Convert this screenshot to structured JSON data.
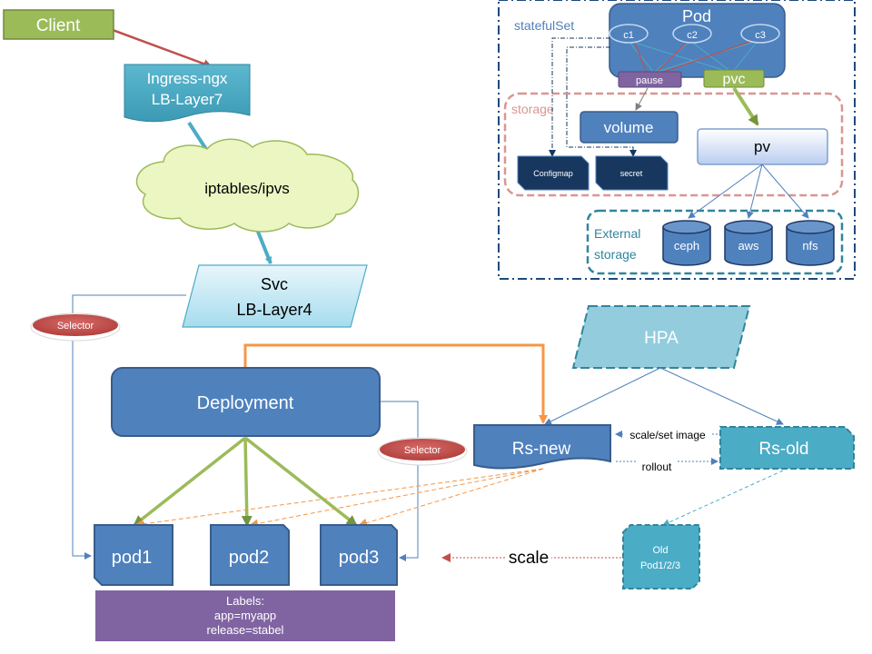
{
  "nodes": {
    "client": "Client",
    "ingress": [
      "Ingress-ngx",
      "LB-Layer7"
    ],
    "iptables": "iptables/ipvs",
    "svc": [
      "Svc",
      "LB-Layer4"
    ],
    "deployment": "Deployment",
    "hpa": "HPA",
    "rs_new": "Rs-new",
    "rs_old": "Rs-old",
    "old_pods": [
      "Old",
      "Pod1/2/3"
    ],
    "pods": [
      "pod1",
      "pod2",
      "pod3"
    ],
    "selector_1": "Selector",
    "selector_2": "Selector"
  },
  "labels_box": [
    "Labels:",
    "app=myapp",
    "release=stabel"
  ],
  "edge_labels": {
    "scale_set_image": "scale/set image",
    "rollout": "rollout",
    "scale": "scale"
  },
  "stateful_panel": {
    "title": "statefulSet",
    "pod": "Pod",
    "containers": [
      "c1",
      "c2",
      "c3"
    ],
    "pause": "pause",
    "pvc": "pvc",
    "storage_label": "storage",
    "volume": "volume",
    "configmap": "Configmap",
    "secret": "secret",
    "pv": "pv",
    "external_label": [
      "External",
      "storage"
    ],
    "backends": [
      "ceph",
      "aws",
      "nfs"
    ]
  },
  "colors": {
    "blue_node": "#4f81bd",
    "blue_dark": "#385d8a",
    "teal_node": "#4bacc6",
    "light_teal": "#93cddd",
    "green_node": "#9bbb59",
    "cloud_fill": "#ebf6c3",
    "selector_red": "#c0504d",
    "label_purple": "#8064a2",
    "navy": "#17375e",
    "arrow_red": "#c0504d",
    "arrow_green": "#9bbb59",
    "arrow_orange": "#f79646"
  }
}
